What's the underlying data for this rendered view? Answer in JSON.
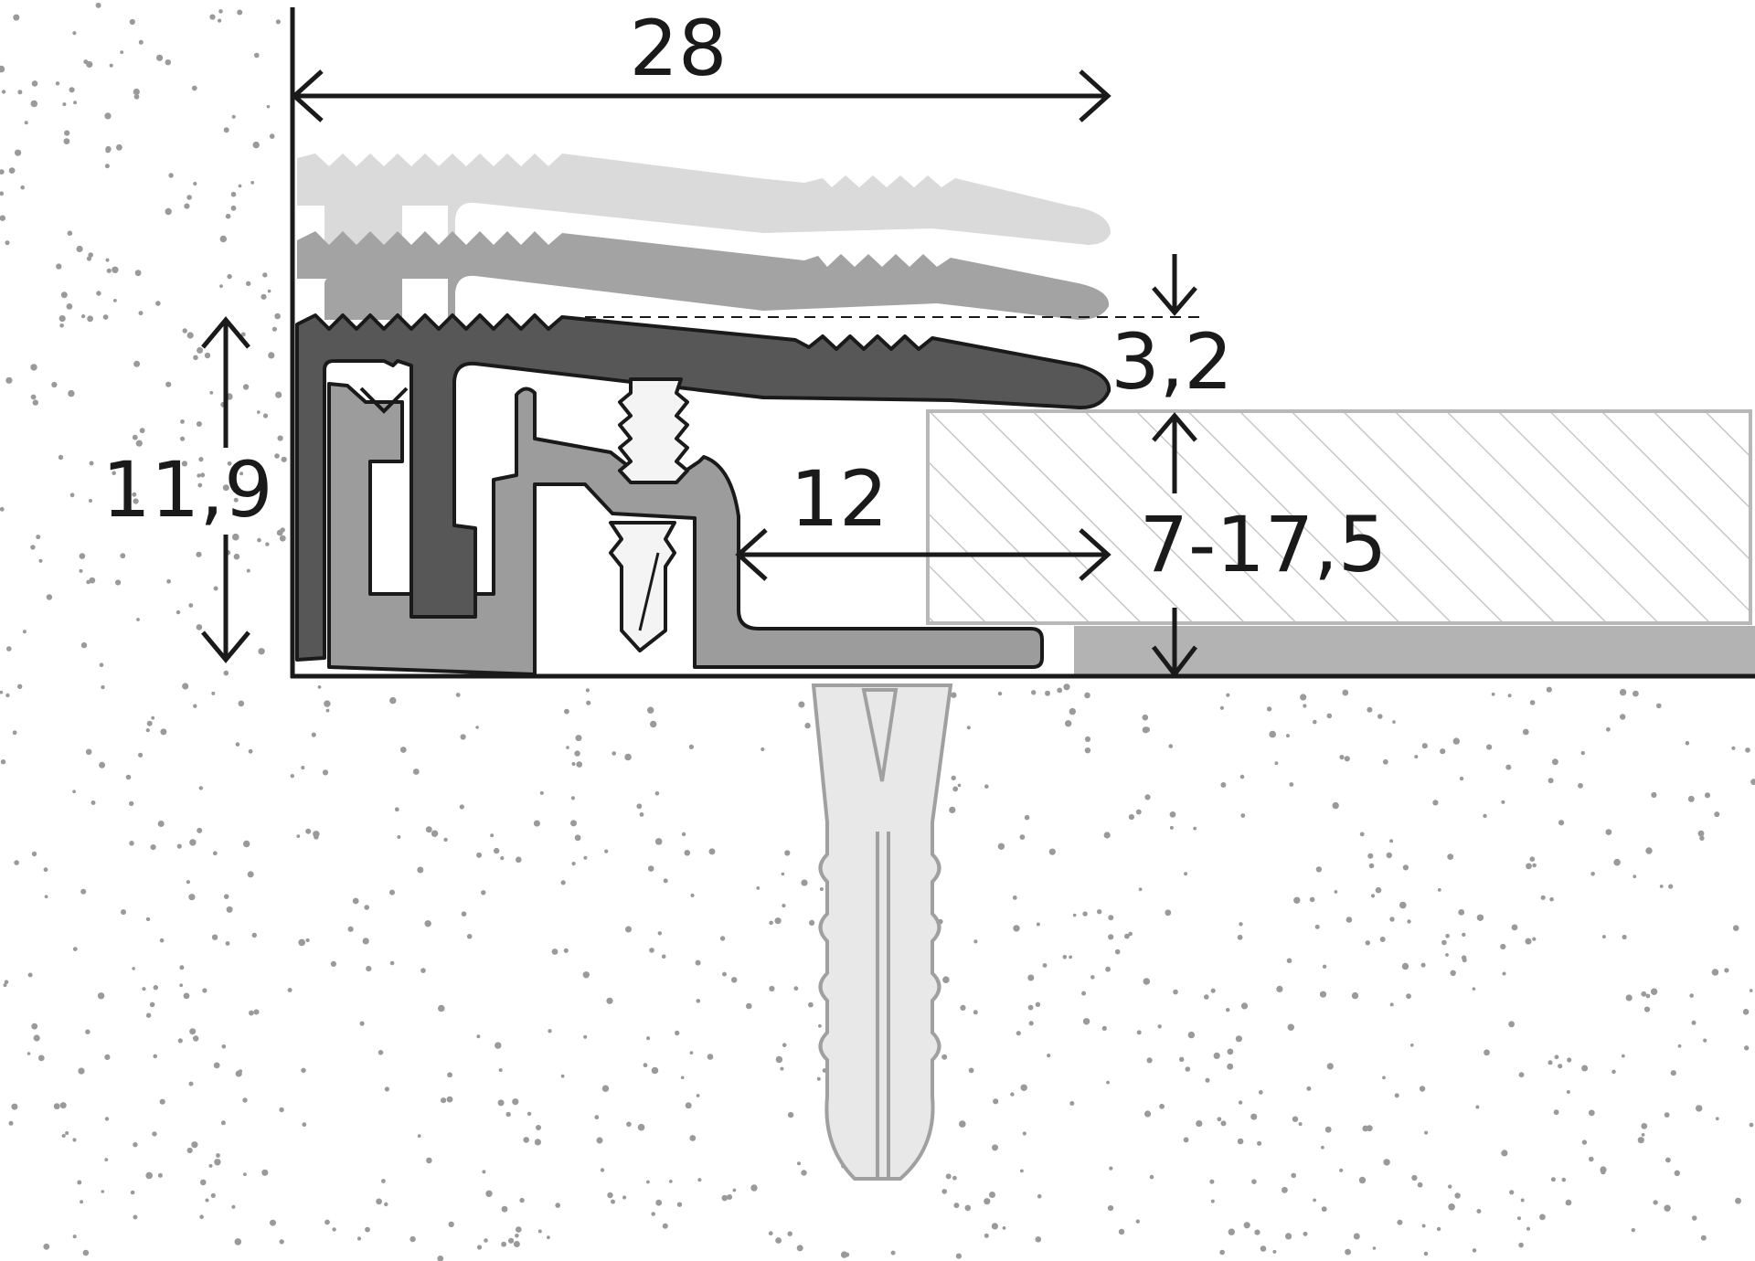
{
  "dimensions": {
    "width_total": "28",
    "height_total": "11,9",
    "lip_offset": "3,2",
    "base_depth": "12",
    "floor_thickness_range": "7-17,5"
  },
  "colors": {
    "profile_dark": "#575757",
    "profile_mid": "#a3a3a3",
    "profile_light": "#dadada",
    "base_part": "#9c9c9c",
    "floor_underlay": "#b3b3b3",
    "dowel": "#e8e8e8",
    "screw": "#f4f4f4",
    "line": "#1a1a1a"
  }
}
